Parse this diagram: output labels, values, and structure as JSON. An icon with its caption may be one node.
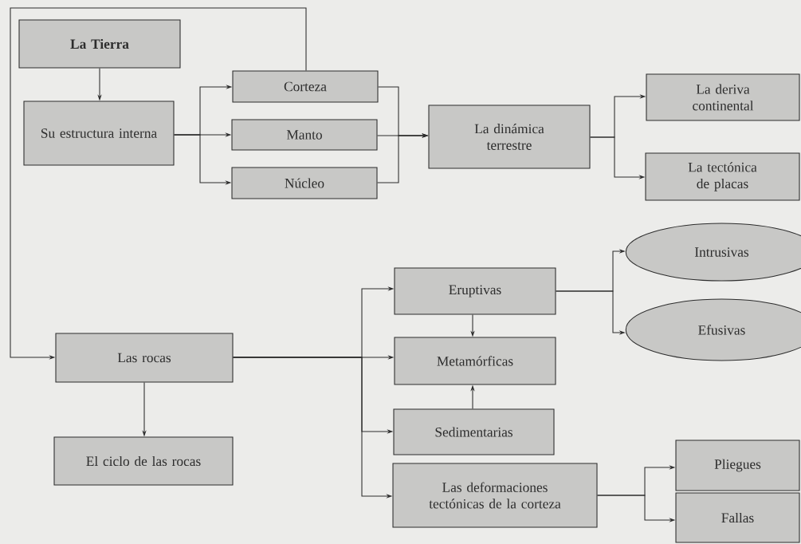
{
  "diagram": {
    "nodes": [
      {
        "text": [
          "La Tierra"
        ]
      },
      {
        "text": [
          "Su estructura interna"
        ]
      },
      {
        "text": [
          "Corteza"
        ]
      },
      {
        "text": [
          "Manto"
        ]
      },
      {
        "text": [
          "Núcleo"
        ]
      },
      {
        "text": [
          "La dinámica terrestre"
        ]
      },
      {
        "text": [
          "La deriva continental"
        ]
      },
      {
        "text": [
          "La tectónica de placas"
        ]
      },
      {
        "text": [
          "Eruptivas"
        ]
      },
      {
        "text": [
          "Metamórficas"
        ]
      },
      {
        "text": [
          "Sedimentarias"
        ]
      },
      {
        "text": [
          "Las deformaciones tectónicas de la corteza"
        ]
      },
      {
        "text": [
          "Intrusivas"
        ]
      },
      {
        "text": [
          "Efusivas"
        ]
      },
      {
        "text": [
          "Las rocas"
        ]
      },
      {
        "text": [
          "El ciclo de las rocas"
        ]
      },
      {
        "text": [
          "Pliegues"
        ]
      },
      {
        "text": [
          "Fallas"
        ]
      }
    ],
    "edges": [
      {
        "from": 0,
        "to": 1,
        "arrow": "to"
      },
      {
        "from": 1,
        "to": 2,
        "arrow": "to"
      },
      {
        "from": 1,
        "to": 3,
        "arrow": "to"
      },
      {
        "from": 1,
        "to": 4,
        "arrow": "to"
      },
      {
        "from": 2,
        "to": 5,
        "arrow": "to"
      },
      {
        "from": 3,
        "to": 5,
        "arrow": "to"
      },
      {
        "from": 4,
        "to": 5,
        "arrow": "to"
      },
      {
        "from": 5,
        "to": 6,
        "arrow": "to"
      },
      {
        "from": 5,
        "to": 7,
        "arrow": "to"
      },
      {
        "from": 2,
        "to": 14,
        "arrow": "to"
      },
      {
        "from": 14,
        "to": 15,
        "arrow": "to"
      },
      {
        "from": 14,
        "to": 8,
        "arrow": "to"
      },
      {
        "from": 14,
        "to": 9,
        "arrow": "to"
      },
      {
        "from": 14,
        "to": 10,
        "arrow": "to"
      },
      {
        "from": 14,
        "to": 11,
        "arrow": "to"
      },
      {
        "from": 8,
        "to": 9,
        "arrow": "to"
      },
      {
        "from": 10,
        "to": 9,
        "arrow": "to"
      },
      {
        "from": 8,
        "to": 12,
        "arrow": "to"
      },
      {
        "from": 8,
        "to": 13,
        "arrow": "to"
      },
      {
        "from": 11,
        "to": 16,
        "arrow": "to"
      },
      {
        "from": 11,
        "to": 17,
        "arrow": "to"
      }
    ]
  }
}
